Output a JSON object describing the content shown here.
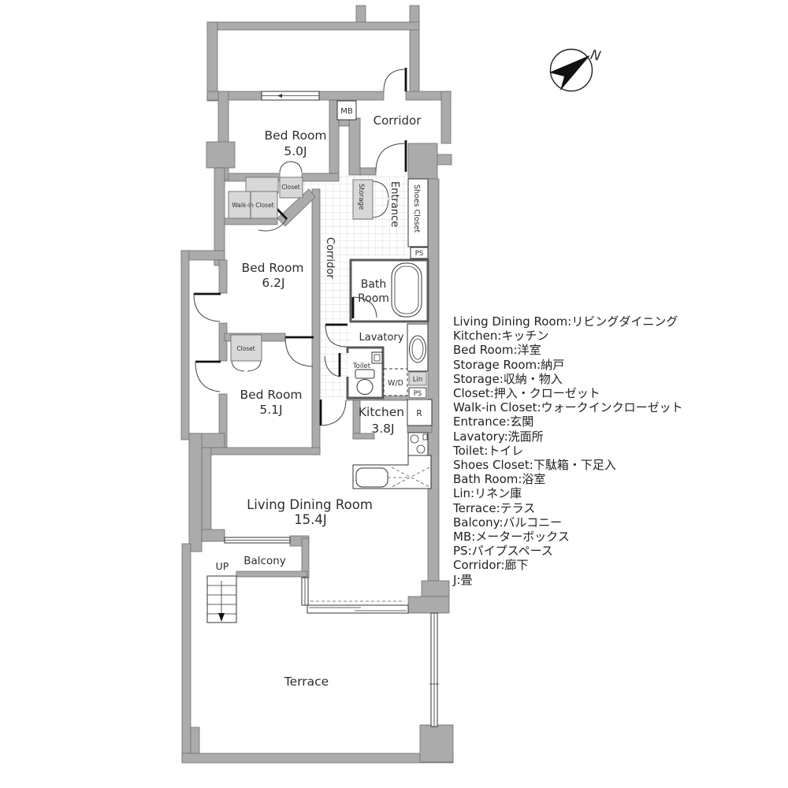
{
  "plan": {
    "rooms": {
      "bedroom_5_0": {
        "name": "Bed Room",
        "size": "5.0J"
      },
      "bedroom_6_2": {
        "name": "Bed Room",
        "size": "6.2J"
      },
      "bedroom_5_1": {
        "name": "Bed Room",
        "size": "5.1J"
      },
      "living_dining": {
        "name": "Living Dining Room",
        "size": "15.4J"
      },
      "kitchen": {
        "name": "Kitchen",
        "size": "3.8J"
      },
      "bath_room": {
        "line1": "Bath",
        "line2": "Room"
      },
      "lavatory": {
        "name": "Lavatory"
      },
      "toilet": {
        "name": "Toilet"
      },
      "entrance": {
        "name": "Entrance"
      },
      "corridor_entry": {
        "name": "Corridor"
      },
      "corridor_inner": {
        "name": "Corridor"
      },
      "balcony": {
        "name": "Balcony"
      },
      "terrace": {
        "name": "Terrace"
      }
    },
    "features": {
      "mb": "MB",
      "ps_upper": "PS",
      "ps_lower": "PS",
      "lin": "Lin",
      "wd": "W/D",
      "fridge": "R",
      "storage": "Storage",
      "shoes_closet": "Shoes Closet",
      "closet_a": "Closet",
      "closet_b": "Closet",
      "walk_in_closet": "Walk-in Closet",
      "stairs_up": "UP"
    },
    "compass": {
      "north": "N"
    },
    "colors": {
      "wall": "#ababab",
      "closet_fill": "#d8d8d8",
      "tile_line": "#d9d9d9",
      "text": "#2e2e2e"
    }
  },
  "legend": {
    "lines": [
      "Living Dining Room:リビングダイニング",
      "Kitchen:キッチン",
      "Bed Room:洋室",
      "Storage Room:納戸",
      "Storage:収納・物入",
      "Closet:押入・クローゼット",
      "Walk-in Closet:ウォークインクローゼット",
      "Entrance:玄関",
      "Lavatory:洗面所",
      "Toilet:トイレ",
      "Shoes Closet:下駄箱・下足入",
      "Bath Room:浴室",
      "Lin:リネン庫",
      "Terrace:テラス",
      "Balcony:バルコニー",
      "MB:メーターボックス",
      "PS:パイプスペース",
      "Corridor:廊下",
      "J:畳"
    ]
  }
}
